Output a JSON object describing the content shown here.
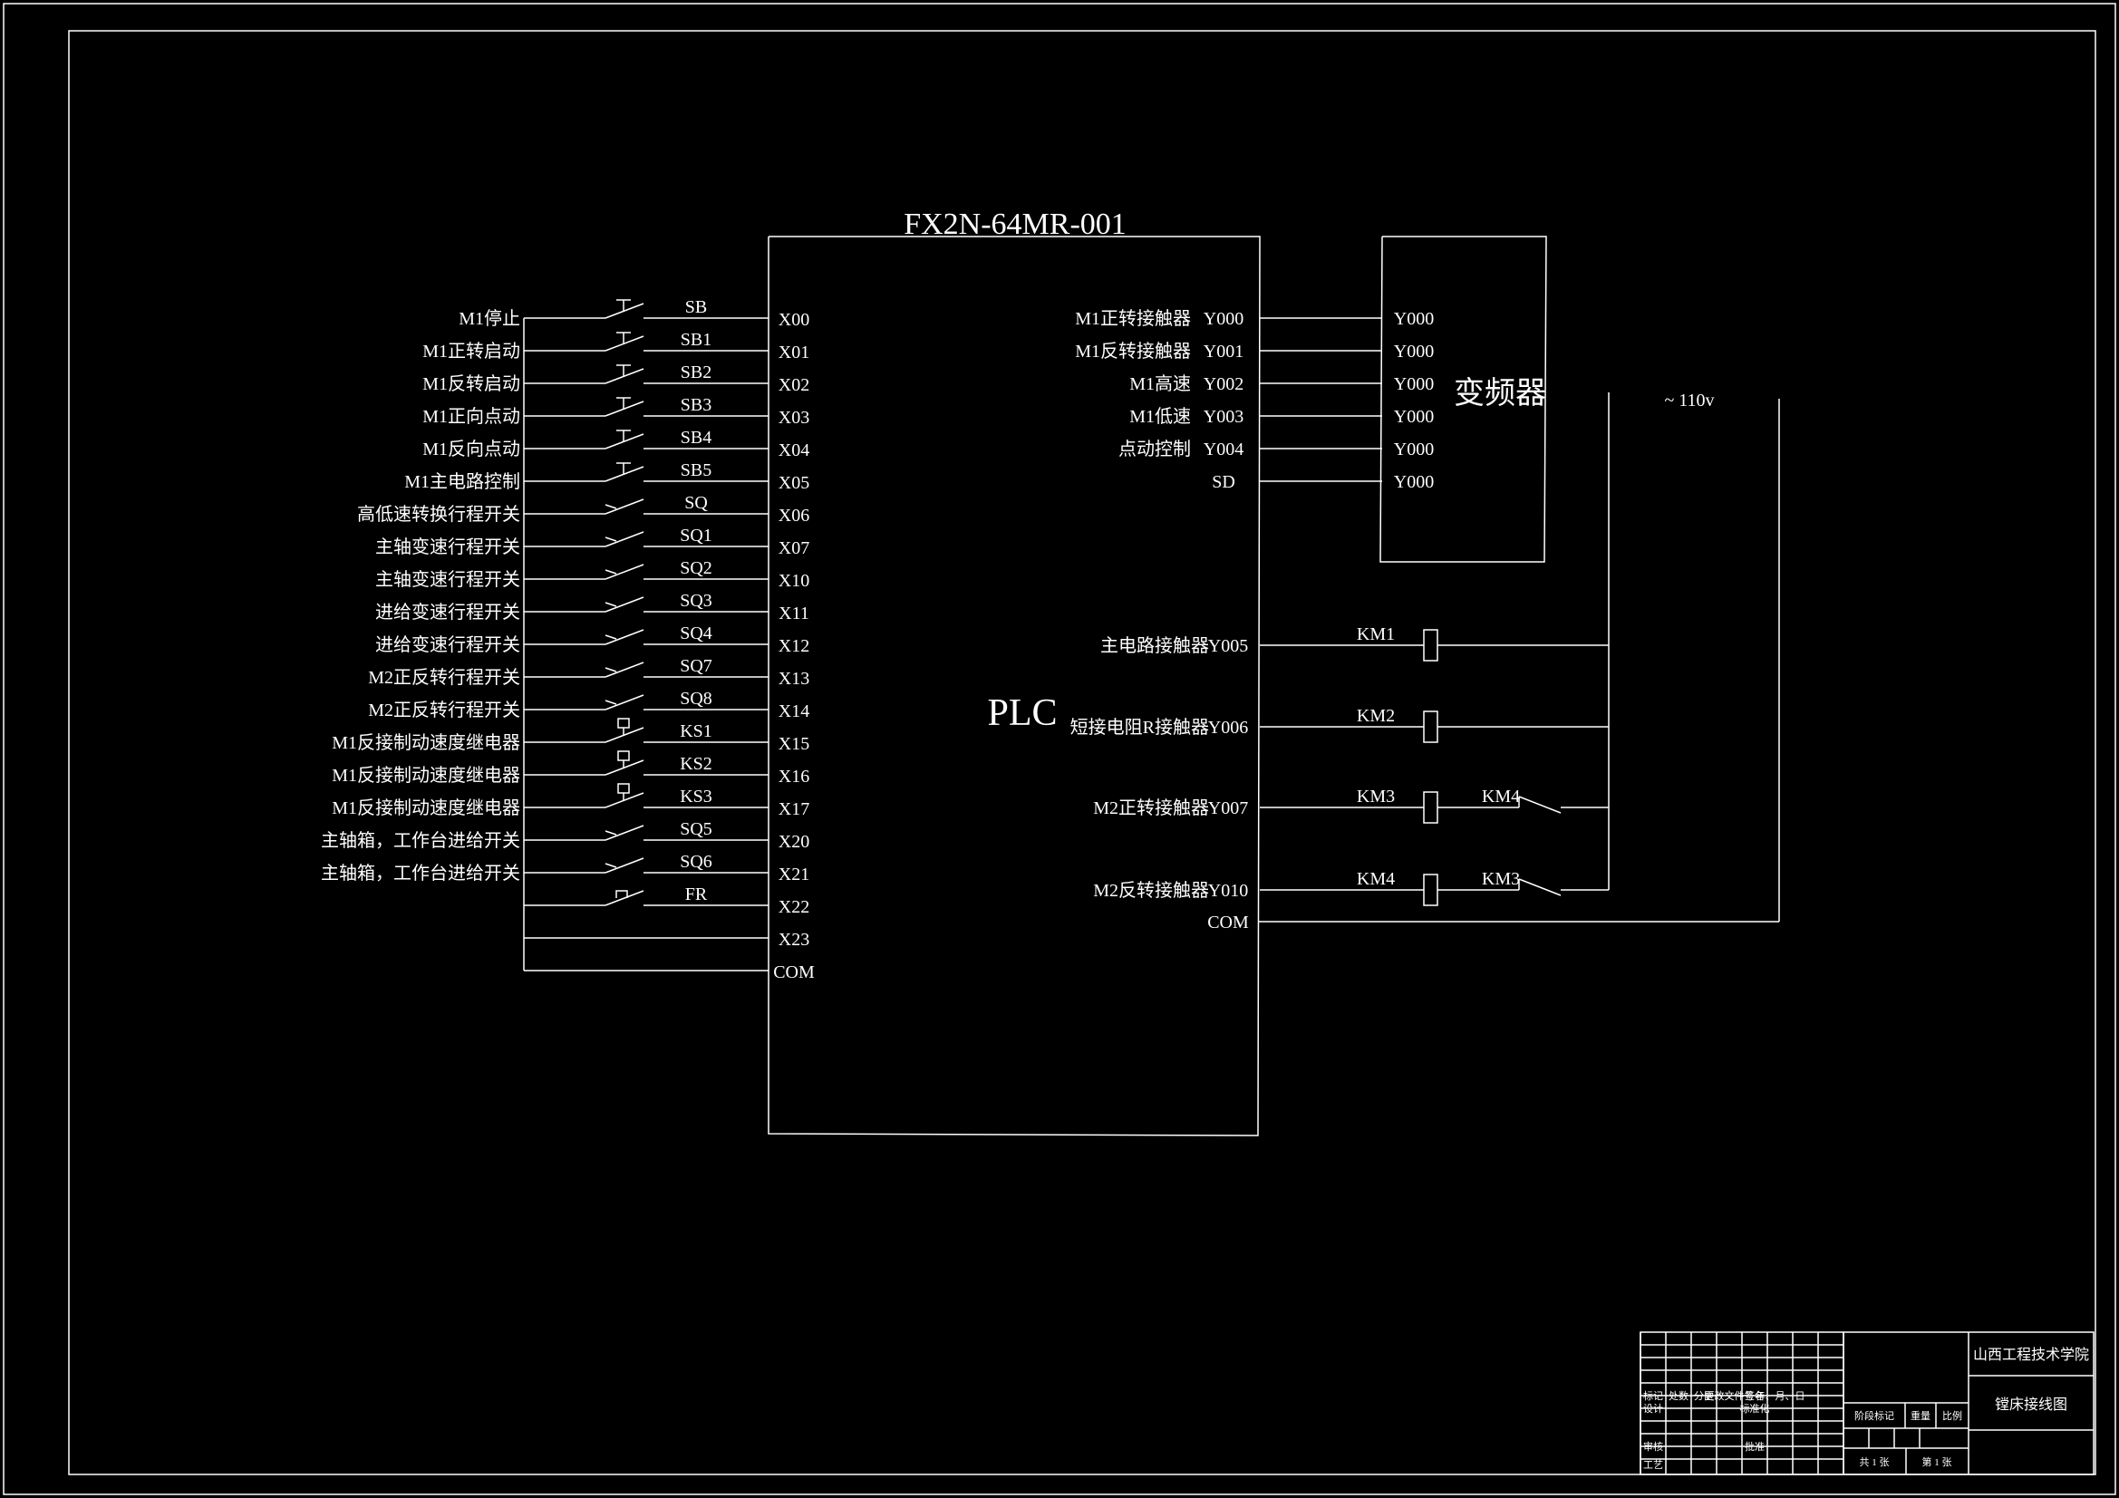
{
  "plc": {
    "model": "FX2N-64MR-001",
    "center_label": "PLC"
  },
  "inputs": [
    {
      "desc": "M1停止",
      "contact": "SB",
      "port": "X00",
      "symbol": "pushbutton"
    },
    {
      "desc": "M1正转启动",
      "contact": "SB1",
      "port": "X01",
      "symbol": "pushbutton"
    },
    {
      "desc": "M1反转启动",
      "contact": "SB2",
      "port": "X02",
      "symbol": "pushbutton"
    },
    {
      "desc": "M1正向点动",
      "contact": "SB3",
      "port": "X03",
      "symbol": "pushbutton"
    },
    {
      "desc": "M1反向点动",
      "contact": "SB4",
      "port": "X04",
      "symbol": "pushbutton"
    },
    {
      "desc": "M1主电路控制",
      "contact": "SB5",
      "port": "X05",
      "symbol": "pushbutton"
    },
    {
      "desc": "高低速转换行程开关",
      "contact": "SQ",
      "port": "X06",
      "symbol": "limit"
    },
    {
      "desc": "主轴变速行程开关",
      "contact": "SQ1",
      "port": "X07",
      "symbol": "limit"
    },
    {
      "desc": "主轴变速行程开关",
      "contact": "SQ2",
      "port": "X10",
      "symbol": "limit"
    },
    {
      "desc": "进给变速行程开关",
      "contact": "SQ3",
      "port": "X11",
      "symbol": "limit"
    },
    {
      "desc": "进给变速行程开关",
      "contact": "SQ4",
      "port": "X12",
      "symbol": "limit"
    },
    {
      "desc": "M2正反转行程开关",
      "contact": "SQ7",
      "port": "X13",
      "symbol": "limit"
    },
    {
      "desc": "M2正反转行程开关",
      "contact": "SQ8",
      "port": "X14",
      "symbol": "limit"
    },
    {
      "desc": "M1反接制动速度继电器",
      "contact": "KS1",
      "port": "X15",
      "symbol": "speed"
    },
    {
      "desc": "M1反接制动速度继电器",
      "contact": "KS2",
      "port": "X16",
      "symbol": "speed"
    },
    {
      "desc": "M1反接制动速度继电器",
      "contact": "KS3",
      "port": "X17",
      "symbol": "speed"
    },
    {
      "desc": "主轴箱，工作台进给开关",
      "contact": "SQ5",
      "port": "X20",
      "symbol": "limit"
    },
    {
      "desc": "主轴箱，工作台进给开关",
      "contact": "SQ6",
      "port": "X21",
      "symbol": "limit"
    },
    {
      "desc": "",
      "contact": "FR",
      "port": "X22",
      "symbol": "thermal"
    },
    {
      "desc": "",
      "contact": "",
      "port": "X23",
      "symbol": "none"
    },
    {
      "desc": "",
      "contact": "",
      "port": "COM",
      "symbol": "none"
    }
  ],
  "vfd_outputs": [
    {
      "desc": "M1正转接触器",
      "port": "Y000",
      "vfd_terminal": "Y000"
    },
    {
      "desc": "M1反转接触器",
      "port": "Y001",
      "vfd_terminal": "Y000"
    },
    {
      "desc": "M1高速",
      "port": "Y002",
      "vfd_terminal": "Y000"
    },
    {
      "desc": "M1低速",
      "port": "Y003",
      "vfd_terminal": "Y000"
    },
    {
      "desc": "点动控制",
      "port": "Y004",
      "vfd_terminal": "Y000"
    },
    {
      "desc": "",
      "port": "SD",
      "vfd_terminal": "Y000"
    }
  ],
  "vfd": {
    "label": "变频器"
  },
  "supply": {
    "label": "~ 110v"
  },
  "coil_outputs": [
    {
      "desc": "主电路接触器",
      "port": "Y005",
      "coil": "KM1",
      "interlock": ""
    },
    {
      "desc": "短接电阻R接触器",
      "port": "Y006",
      "coil": "KM2",
      "interlock": ""
    },
    {
      "desc": "M2正转接触器",
      "port": "Y007",
      "coil": "KM3",
      "interlock": "KM4"
    },
    {
      "desc": "M2反转接触器",
      "port": "Y010",
      "coil": "KM4",
      "interlock": "KM3"
    }
  ],
  "com_out": "COM",
  "title_block": {
    "school": "山西工程技术学院",
    "drawing": "镗床接线图",
    "header_row": [
      "标记",
      "处数",
      "分区",
      "更改文件号",
      "签名",
      "年、月、日"
    ],
    "roles": [
      "设计",
      "标准化",
      "审核",
      "批准",
      "工艺"
    ],
    "stage_label": "阶段标记",
    "weight_label": "重量",
    "scale_label": "比例",
    "sheets_total": "共 1 张",
    "sheet_no": "第 1 张"
  },
  "colors": {
    "background": "#000000",
    "line": "#ffffff"
  }
}
